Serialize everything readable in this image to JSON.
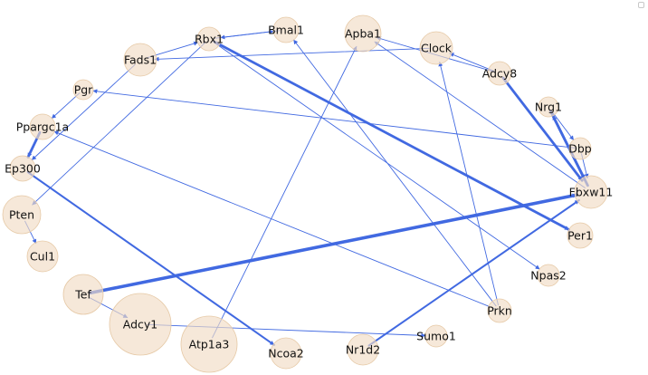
{
  "graph": {
    "edge_color": "#4169e1",
    "node_color": "#f1dcc4",
    "nodes": [
      {
        "id": "Bmal1"
      },
      {
        "id": "Apba1"
      },
      {
        "id": "Clock"
      },
      {
        "id": "Adcy8"
      },
      {
        "id": "Rbx1"
      },
      {
        "id": "Fads1"
      },
      {
        "id": "Pgr"
      },
      {
        "id": "Ppargc1a"
      },
      {
        "id": "Ep300"
      },
      {
        "id": "Pten"
      },
      {
        "id": "Cul1"
      },
      {
        "id": "Tef"
      },
      {
        "id": "Adcy1"
      },
      {
        "id": "Atp1a3"
      },
      {
        "id": "Ncoa2"
      },
      {
        "id": "Nr1d2"
      },
      {
        "id": "Sumo1"
      },
      {
        "id": "Prkn"
      },
      {
        "id": "Npas2"
      },
      {
        "id": "Per1"
      },
      {
        "id": "Fbxw11"
      },
      {
        "id": "Dbp"
      },
      {
        "id": "Nrg1"
      }
    ],
    "edges": [
      {
        "source": "Bmal1",
        "target": "Rbx1",
        "weight": 1
      },
      {
        "source": "Rbx1",
        "target": "Bmal1",
        "weight": 1
      },
      {
        "source": "Rbx1",
        "target": "Per1",
        "weight": 3
      },
      {
        "source": "Rbx1",
        "target": "Npas2",
        "weight": 1
      },
      {
        "source": "Rbx1",
        "target": "Pten",
        "weight": 1
      },
      {
        "source": "Fads1",
        "target": "Rbx1",
        "weight": 1
      },
      {
        "source": "Fads1",
        "target": "Ep300",
        "weight": 1
      },
      {
        "source": "Clock",
        "target": "Fads1",
        "weight": 1
      },
      {
        "source": "Pgr",
        "target": "Ppargc1a",
        "weight": 1
      },
      {
        "source": "Ppargc1a",
        "target": "Ep300",
        "weight": 3
      },
      {
        "source": "Ep300",
        "target": "Ncoa2",
        "weight": 2
      },
      {
        "source": "Pten",
        "target": "Cul1",
        "weight": 1
      },
      {
        "source": "Tef",
        "target": "Adcy1",
        "weight": 1
      },
      {
        "source": "Tef",
        "target": "Fbxw11",
        "weight": 4
      },
      {
        "source": "Adcy1",
        "target": "Sumo1",
        "weight": 1
      },
      {
        "source": "Atp1a3",
        "target": "Apba1",
        "weight": 1
      },
      {
        "source": "Nr1d2",
        "target": "Fbxw11",
        "weight": 2
      },
      {
        "source": "Prkn",
        "target": "Bmal1",
        "weight": 1
      },
      {
        "source": "Prkn",
        "target": "Clock",
        "weight": 1
      },
      {
        "source": "Prkn",
        "target": "Ppargc1a",
        "weight": 1
      },
      {
        "source": "Adcy8",
        "target": "Apba1",
        "weight": 1
      },
      {
        "source": "Adcy8",
        "target": "Clock",
        "weight": 1
      },
      {
        "source": "Adcy8",
        "target": "Fbxw11",
        "weight": 3
      },
      {
        "source": "Fbxw11",
        "target": "Apba1",
        "weight": 1
      },
      {
        "source": "Dbp",
        "target": "Pgr",
        "weight": 1
      },
      {
        "source": "Nrg1",
        "target": "Dbp",
        "weight": 1
      },
      {
        "source": "Nrg1",
        "target": "Fbxw11",
        "weight": 3
      },
      {
        "source": "Fbxw11",
        "target": "Nrg1",
        "weight": 3
      },
      {
        "source": "Dbp",
        "target": "Fbxw11",
        "weight": 1
      }
    ]
  }
}
